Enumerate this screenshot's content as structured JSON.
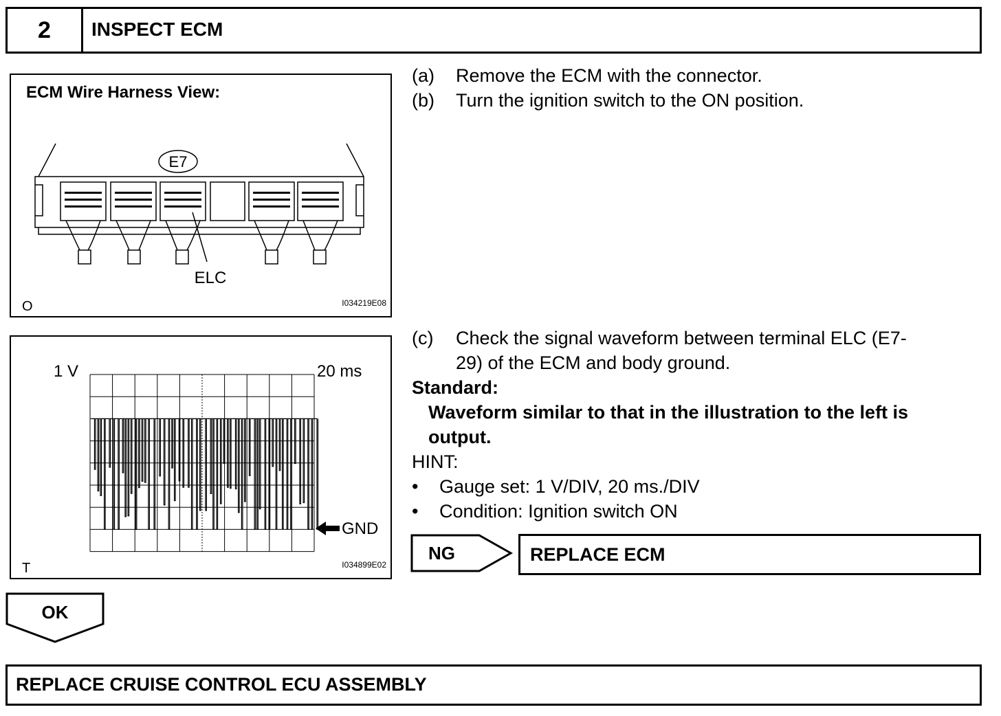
{
  "step": {
    "number": "2",
    "title": "INSPECT ECM"
  },
  "figure1": {
    "title": "ECM Wire Harness View:",
    "connector_label": "E7",
    "terminal_label": "ELC",
    "corner_mark": "O",
    "code": "I034219E08"
  },
  "figure2": {
    "volt_div": "1 V",
    "time_div": "20 ms",
    "gnd_label": "GND",
    "corner_mark": "T",
    "code": "I034899E02"
  },
  "instructions": {
    "a": {
      "label": "(a)",
      "text": "Remove the ECM with the connector."
    },
    "b": {
      "label": "(b)",
      "text": "Turn the ignition switch to the ON position."
    },
    "c": {
      "label": "(c)",
      "line1": "Check the signal waveform between terminal ELC (E7-",
      "line2": "29) of the ECM and body ground."
    }
  },
  "standard": {
    "heading": "Standard:",
    "line1": "Waveform similar to that in the illustration to the left is",
    "line2": "output."
  },
  "hint": {
    "heading": "HINT:",
    "bullets": [
      "Gauge set: 1 V/DIV, 20 ms./DIV",
      "Condition: Ignition switch ON"
    ]
  },
  "ng": {
    "label": "NG",
    "action": "REPLACE ECM"
  },
  "ok": {
    "label": "OK"
  },
  "final_action": "REPLACE CRUISE CONTROL ECU ASSEMBLY"
}
